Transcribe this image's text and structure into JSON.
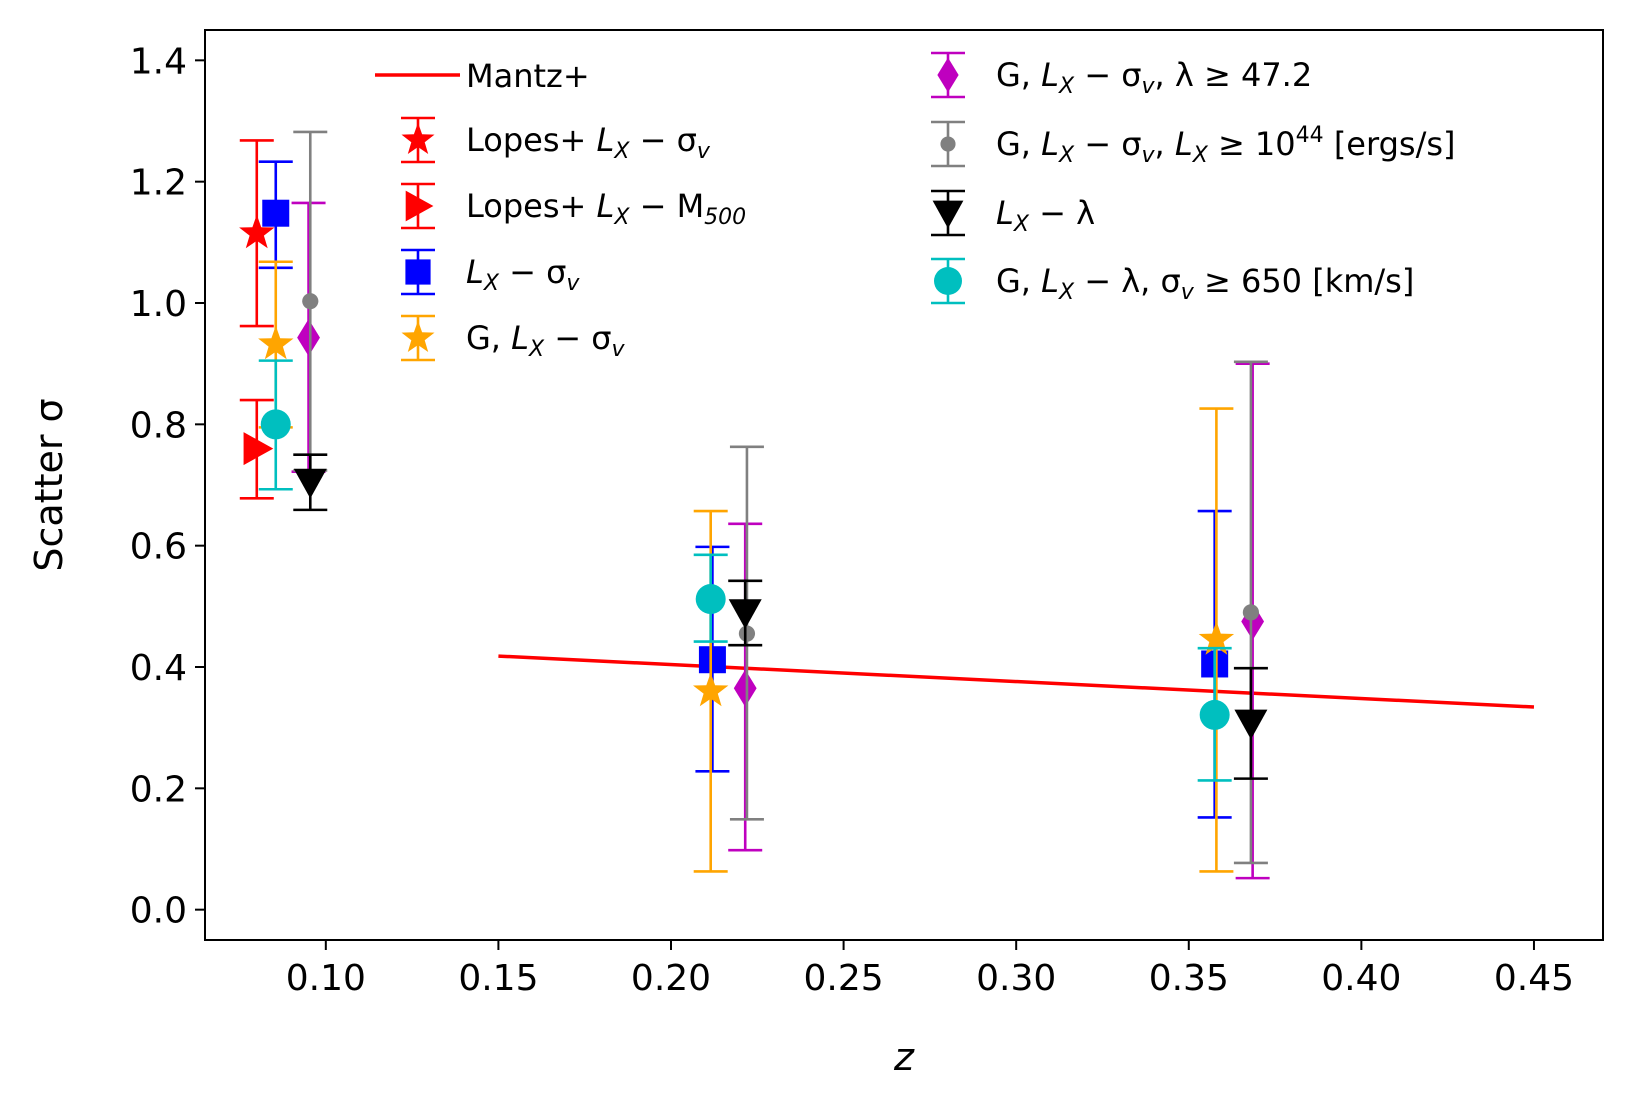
{
  "chart_data": {
    "type": "scatter",
    "title": "",
    "xlabel": "z",
    "ylabel": "Scatter σ",
    "xlim": [
      0.065,
      0.47
    ],
    "ylim": [
      -0.05,
      1.45
    ],
    "xticks": [
      0.1,
      0.15,
      0.2,
      0.25,
      0.3,
      0.35,
      0.4,
      0.45
    ],
    "xtick_labels": [
      "0.10",
      "0.15",
      "0.20",
      "0.25",
      "0.30",
      "0.35",
      "0.40",
      "0.45"
    ],
    "yticks": [
      0.0,
      0.2,
      0.4,
      0.6,
      0.8,
      1.0,
      1.2,
      1.4
    ],
    "ytick_labels": [
      "0.0",
      "0.2",
      "0.4",
      "0.6",
      "0.8",
      "1.0",
      "1.2",
      "1.4"
    ],
    "grid": false,
    "legend_position": "top",
    "line": {
      "name": "Mantz+",
      "color": "#ff0000",
      "x": [
        0.15,
        0.45
      ],
      "y": [
        0.418,
        0.334
      ]
    },
    "series": [
      {
        "name": "Lopes+ L_X − σ_v",
        "legend": [
          "Lopes+ ",
          "L",
          "X",
          " − σ",
          "v"
        ],
        "color": "#ff0000",
        "marker": "star",
        "x": [
          0.08
        ],
        "y": [
          1.115
        ],
        "ylow": [
          0.962
        ],
        "yhigh": [
          1.268
        ]
      },
      {
        "name": "Lopes+ L_X − M_500",
        "legend": [
          "Lopes+ ",
          "L",
          "X",
          " − M",
          "500"
        ],
        "color": "#ff0000",
        "marker": "triangle-right",
        "x": [
          0.08
        ],
        "y": [
          0.76
        ],
        "ylow": [
          0.678
        ],
        "yhigh": [
          0.84
        ]
      },
      {
        "name": "L_X − σ_v",
        "legend": [
          "",
          "L",
          "X",
          " − σ",
          "v"
        ],
        "color": "#0000ff",
        "marker": "square",
        "x": [
          0.0855,
          0.212,
          0.3575
        ],
        "y": [
          1.148,
          0.412,
          0.405
        ],
        "ylow": [
          1.058,
          0.228,
          0.152
        ],
        "yhigh": [
          1.233,
          0.598,
          0.657
        ]
      },
      {
        "name": "G, L_X − σ_v",
        "legend": [
          "G, ",
          "L",
          "X",
          " − σ",
          "v"
        ],
        "color": "#ffa500",
        "marker": "star",
        "x": [
          0.0855,
          0.2115,
          0.358
        ],
        "y": [
          0.932,
          0.36,
          0.445
        ],
        "ylow": [
          0.795,
          0.063,
          0.063
        ],
        "yhigh": [
          1.068,
          0.657,
          0.826
        ]
      },
      {
        "name": "G, L_X − σ_v, λ ≥ 47.2",
        "legend": [
          "G, ",
          "L",
          "X",
          " − σ",
          "v",
          ", λ ≥ 47.2"
        ],
        "color": "#bf00bf",
        "marker": "diamond",
        "x": [
          0.095,
          0.2215,
          0.3685
        ],
        "y": [
          0.943,
          0.365,
          0.475
        ],
        "ylow": [
          0.722,
          0.098,
          0.052
        ],
        "yhigh": [
          1.165,
          0.636,
          0.9
        ]
      },
      {
        "name": "G, L_X − σ_v, L_X ≥ 10^44 [ergs/s]",
        "legend": [
          "G, ",
          "L",
          "X",
          " − σ",
          "v",
          ", ",
          "L",
          "X",
          " ≥ 10",
          "44",
          " [ergs/s]"
        ],
        "color": "#808080",
        "marker": "dot",
        "x": [
          0.0955,
          0.222,
          0.368
        ],
        "y": [
          1.003,
          0.455,
          0.49
        ],
        "ylow": [
          0.724,
          0.149,
          0.077
        ],
        "yhigh": [
          1.282,
          0.763,
          0.903
        ]
      },
      {
        "name": "L_X − λ",
        "legend": [
          "",
          "L",
          "X",
          " − λ"
        ],
        "color": "#000000",
        "marker": "triangle-down",
        "x": [
          0.0955,
          0.2215,
          0.368
        ],
        "y": [
          0.705,
          0.49,
          0.308
        ],
        "ylow": [
          0.659,
          0.436,
          0.216
        ],
        "yhigh": [
          0.75,
          0.542,
          0.398
        ]
      },
      {
        "name": "G, L_X − λ, σ_v ≥ 650 [km/s]",
        "legend": [
          "G, ",
          "L",
          "X",
          " − λ, σ",
          "v",
          " ≥  650 [km/s]"
        ],
        "color": "#00bfbf",
        "marker": "circle",
        "x": [
          0.0855,
          0.2115,
          0.3575
        ],
        "y": [
          0.8,
          0.512,
          0.321
        ],
        "ylow": [
          0.693,
          0.442,
          0.213
        ],
        "yhigh": [
          0.905,
          0.585,
          0.431
        ]
      }
    ]
  }
}
